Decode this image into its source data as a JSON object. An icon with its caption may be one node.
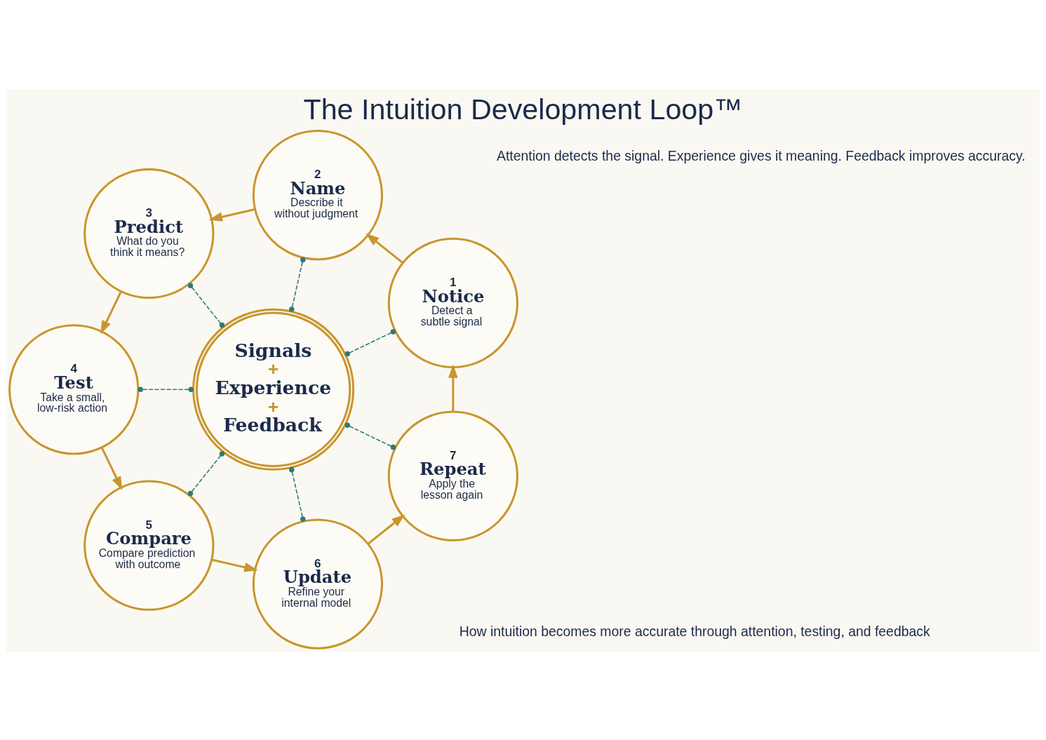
{
  "diagram": {
    "title": "The Intuition Development Loop™",
    "nodes": [
      {
        "text": [
          "1",
          "Notice",
          "Detect a subtle signal"
        ]
      },
      {
        "text": [
          "2",
          "Name",
          "Describe it without judgment"
        ]
      },
      {
        "text": [
          "3",
          "Predict",
          "What do you think it means?"
        ]
      },
      {
        "text": [
          "4",
          "Test",
          "Take a small, low-risk action"
        ]
      },
      {
        "text": [
          "5",
          "Compare",
          "Compare prediction with outcome"
        ]
      },
      {
        "text": [
          "6",
          "Update",
          "Refine your internal model"
        ]
      },
      {
        "text": [
          "7",
          "Repeat",
          "Apply the lesson again"
        ]
      },
      {
        "text": [
          "Signals",
          "+",
          "Experience",
          "+",
          "Feedback"
        ]
      }
    ],
    "edges": [
      {
        "from": 0,
        "to": 1,
        "arrow": "to"
      },
      {
        "from": 1,
        "to": 2,
        "arrow": "to"
      },
      {
        "from": 2,
        "to": 3,
        "arrow": "to"
      },
      {
        "from": 3,
        "to": 4,
        "arrow": "to"
      },
      {
        "from": 4,
        "to": 5,
        "arrow": "to"
      },
      {
        "from": 5,
        "to": 6,
        "arrow": "to"
      },
      {
        "from": 6,
        "to": 0,
        "arrow": "to"
      },
      {
        "from": 7,
        "to": 0,
        "arrow": "other",
        "style": "dashed",
        "color": "#2f7a78"
      },
      {
        "from": 7,
        "to": 1,
        "arrow": "other",
        "style": "dashed",
        "color": "#2f7a78"
      },
      {
        "from": 7,
        "to": 2,
        "arrow": "other",
        "style": "dashed",
        "color": "#2f7a78"
      },
      {
        "from": 7,
        "to": 3,
        "arrow": "other",
        "style": "dashed",
        "color": "#2f7a78"
      },
      {
        "from": 7,
        "to": 4,
        "arrow": "other",
        "style": "dashed",
        "color": "#2f7a78"
      },
      {
        "from": 7,
        "to": 5,
        "arrow": "other",
        "style": "dashed",
        "color": "#2f7a78"
      },
      {
        "from": 7,
        "to": 6,
        "arrow": "other",
        "style": "dashed",
        "color": "#2f7a78"
      }
    ],
    "labels": [
      "How intuition becomes more accurate through attention, testing, and feedback",
      "Attention detects the signal. Experience gives it meaning. Feedback improves accuracy."
    ]
  }
}
